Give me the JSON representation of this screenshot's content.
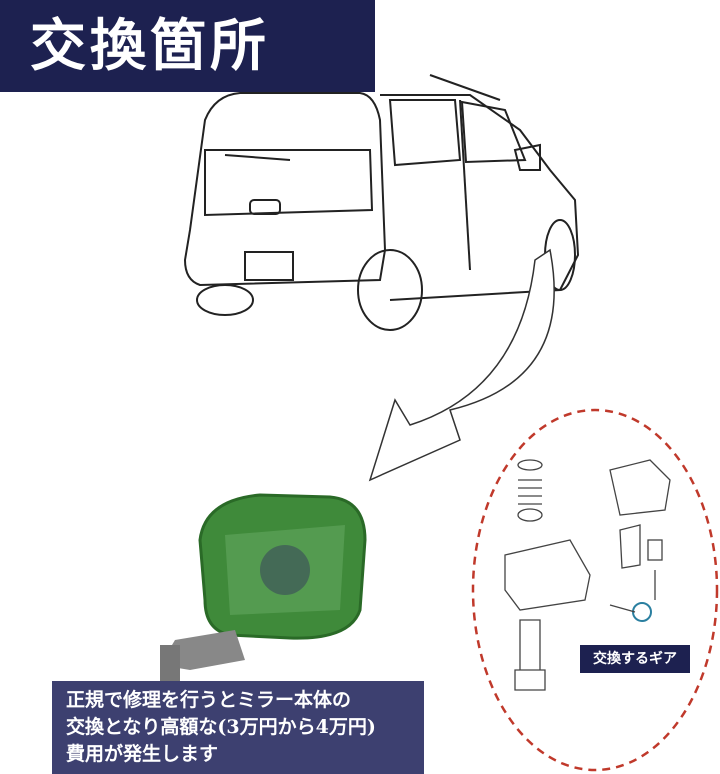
{
  "title": "交換箇所",
  "note": {
    "lines": [
      "正規で修理を行うとミラー本体の",
      "交換となり高額な(3万円から4万円)",
      "費用が発生します"
    ]
  },
  "gear_label": "交換するギア",
  "colors": {
    "navy": "#1d2150",
    "note_bg": "#3d4070",
    "mirror_green": "#3f8a3a",
    "dashed_outline": "#c0392b"
  }
}
